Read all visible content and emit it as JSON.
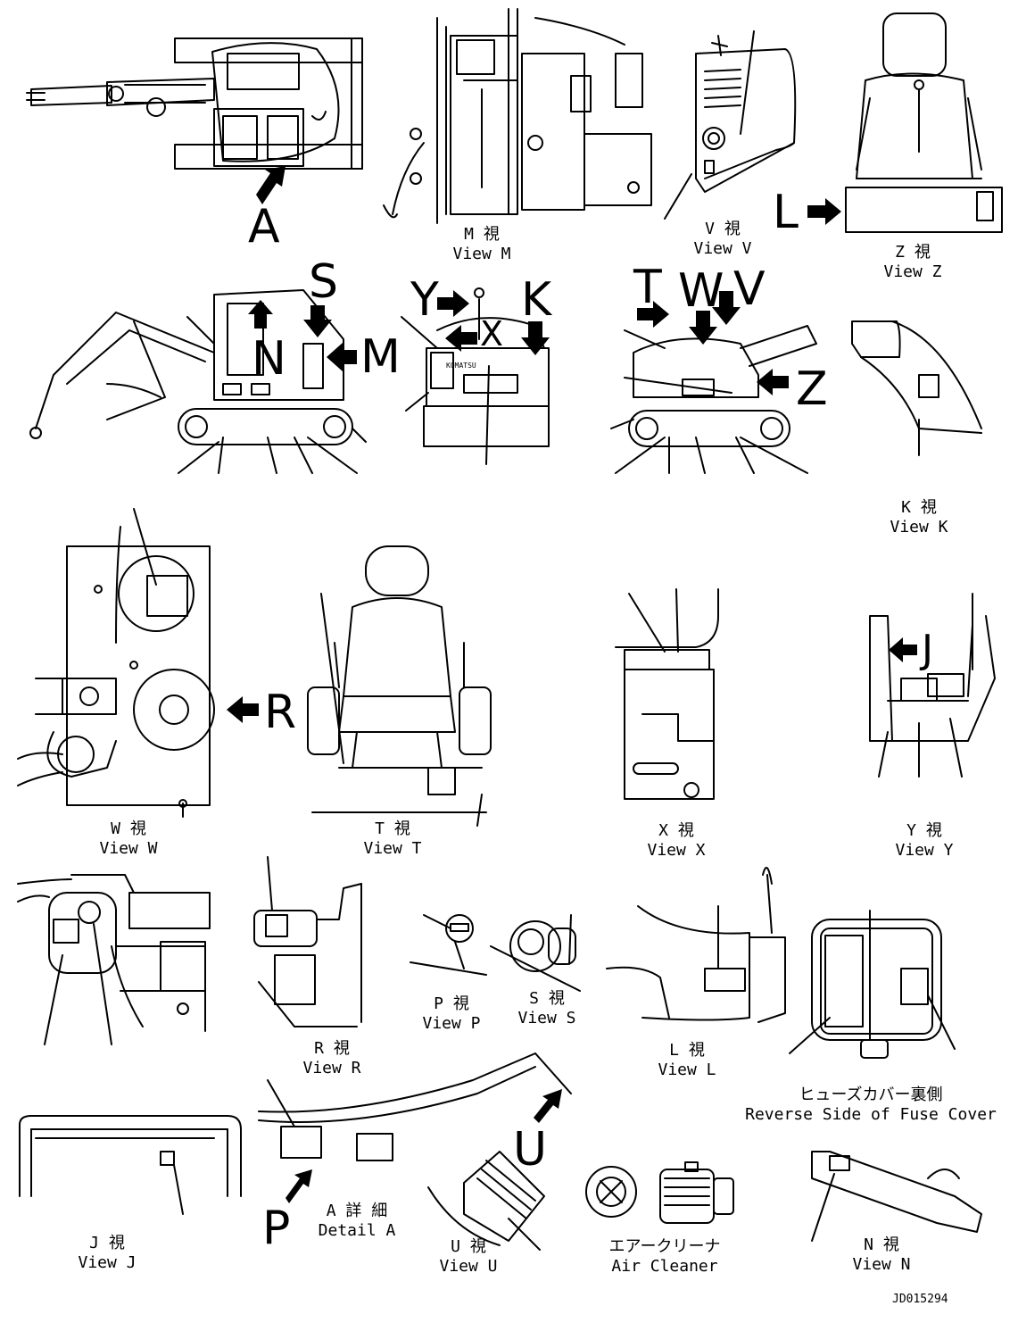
{
  "views": {
    "m": {
      "jp": "M 視",
      "en": "View M"
    },
    "v": {
      "jp": "V 視",
      "en": "View V"
    },
    "z": {
      "jp": "Z 視",
      "en": "View Z"
    },
    "k": {
      "jp": "K 視",
      "en": "View K"
    },
    "w": {
      "jp": "W 視",
      "en": "View W"
    },
    "t": {
      "jp": "T 視",
      "en": "View T"
    },
    "x": {
      "jp": "X 視",
      "en": "View X"
    },
    "y": {
      "jp": "Y 視",
      "en": "View Y"
    },
    "r": {
      "jp": "R 視",
      "en": "View R"
    },
    "p": {
      "jp": "P 視",
      "en": "View P"
    },
    "s": {
      "jp": "S 視",
      "en": "View S"
    },
    "l": {
      "jp": "L 視",
      "en": "View L"
    },
    "j": {
      "jp": "J 視",
      "en": "View J"
    },
    "u": {
      "jp": "U 視",
      "en": "View U"
    },
    "n": {
      "jp": "N 視",
      "en": "View N"
    },
    "detail_a": {
      "jp": "A 詳 細",
      "en": "Detail A"
    },
    "fuse": {
      "jp": "ヒューズカバー裏側",
      "en": "Reverse Side of Fuse Cover"
    },
    "air": {
      "jp": "エアークリーナ",
      "en": "Air Cleaner"
    }
  },
  "letters": {
    "a": "A",
    "l": "L",
    "s": "S",
    "n": "N",
    "m": "M",
    "y": "Y",
    "k": "K",
    "x": "X",
    "t": "T",
    "w": "W",
    "v": "V",
    "z": "Z",
    "r": "R",
    "j": "J",
    "p": "P",
    "u": "U"
  },
  "brand": "KOMATSU",
  "drawing_id": "JD015294"
}
